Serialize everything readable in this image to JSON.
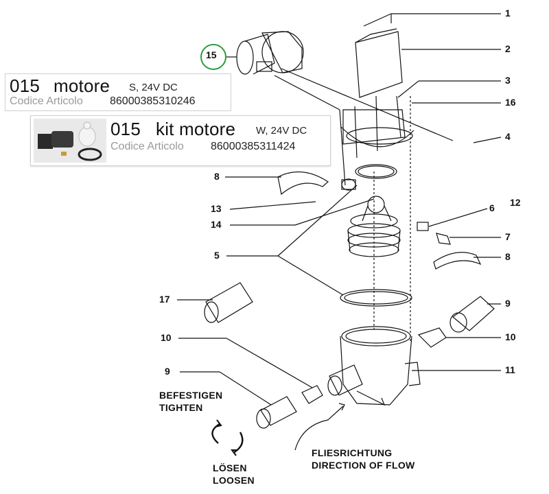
{
  "callouts": [
    "1",
    "2",
    "3",
    "16",
    "4",
    "8",
    "13",
    "14",
    "6",
    "12",
    "7",
    "5",
    "8",
    "17",
    "9",
    "10",
    "10",
    "11",
    "9",
    "15"
  ],
  "motor_box": {
    "number": "015",
    "name": "motore",
    "spec": "S, 24V DC",
    "code_label": "Codice Articolo",
    "code": "86000385310246"
  },
  "kit_box": {
    "number": "015",
    "name": "kit motore",
    "spec": "W, 24V DC",
    "code_label": "Codice Articolo",
    "code": "86000385311424"
  },
  "notes": {
    "tighten_de": "BEFESTIGEN",
    "tighten_en": "TIGHTEN",
    "loosen_de": "LÖSEN",
    "loosen_en": "LOOSEN",
    "flow_de": "FLIESRICHTUNG",
    "flow_en": "DIRECTION OF FLOW"
  },
  "colors": {
    "highlight_circle": "#2a9d3a",
    "line": "#111111"
  }
}
